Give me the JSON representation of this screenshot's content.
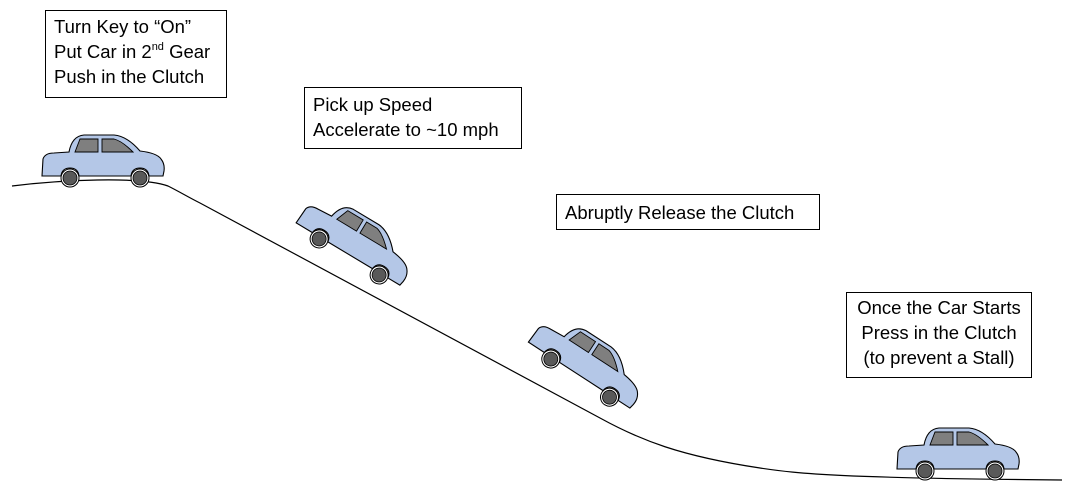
{
  "steps": [
    {
      "lines": [
        "Turn Key to “On”",
        "Put Car in 2",
        "Push in the Clutch"
      ],
      "superscript": "nd",
      "superscript_suffix": " Gear"
    },
    {
      "lines": [
        "Pick up Speed",
        "Accelerate to ~10 mph"
      ]
    },
    {
      "lines": [
        "Abruptly Release the Clutch"
      ]
    },
    {
      "lines": [
        "Once the Car Starts",
        "Press in the Clutch",
        "(to prevent a Stall)"
      ]
    }
  ],
  "colors": {
    "car_body": "#b4c7e7",
    "car_window": "#7f7f7f",
    "wheel": "#595959",
    "outline": "#000000"
  },
  "icons": [
    "car-icon",
    "car-icon",
    "car-icon",
    "car-icon"
  ]
}
